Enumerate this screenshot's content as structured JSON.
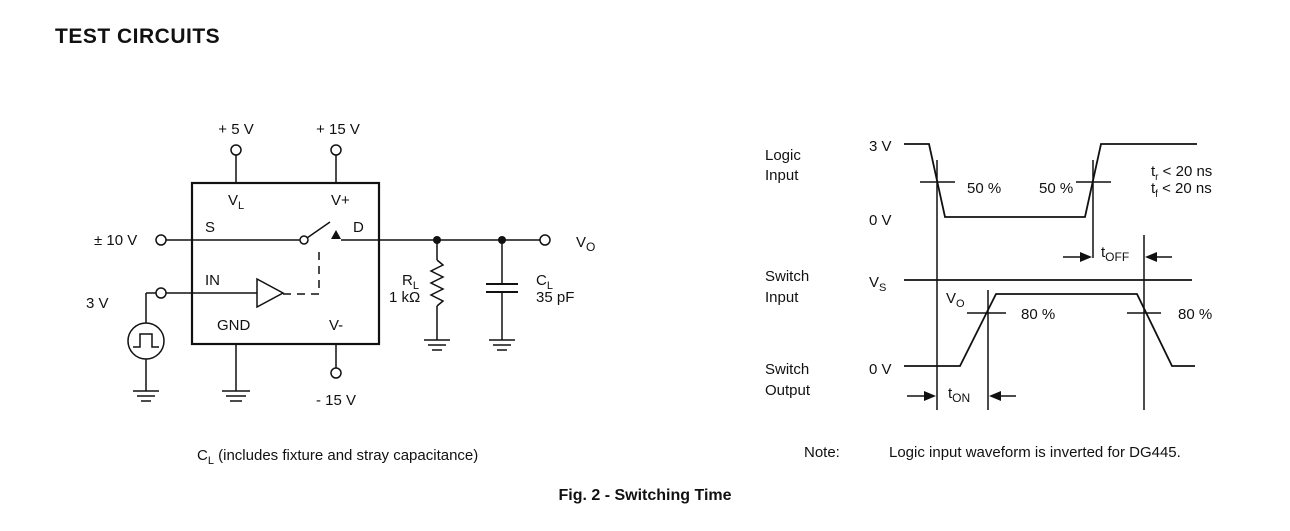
{
  "section_title": "TEST CIRCUITS",
  "circuit": {
    "vl_supply": "+ 5 V",
    "vplus_supply": "+ 15 V",
    "vminus_supply": "- 15 V",
    "source_voltage": "± 10 V",
    "logic_voltage": "3 V",
    "pin_vl": "V",
    "pin_vl_sub": "L",
    "pin_vplus": "V+",
    "pin_s": "S",
    "pin_d": "D",
    "pin_in": "IN",
    "pin_gnd": "GND",
    "pin_vminus": "V-",
    "rl_name": "R",
    "rl_sub": "L",
    "rl_value": "1 kΩ",
    "cl_name": "C",
    "cl_sub": "L",
    "cl_value": "35 pF",
    "vo_name": "V",
    "vo_sub": "O",
    "cl_note_name": "C",
    "cl_note_sub": "L",
    "cl_note_text": " (includes fixture and stray capacitance)"
  },
  "timing": {
    "logic_input_line1": "Logic",
    "logic_input_line2": "Input",
    "switch_input_line1": "Switch",
    "switch_input_line2": "Input",
    "switch_output_line1": "Switch",
    "switch_output_line2": "Output",
    "level_3v": "3 V",
    "level_0v_logic": "0 V",
    "level_vs_name": "V",
    "level_vs_sub": "S",
    "level_0v_out": "0 V",
    "pct50_left": "50 %",
    "pct50_right": "50 %",
    "pct80_left": "80 %",
    "pct80_right": "80 %",
    "vo_name": "V",
    "vo_sub": "O",
    "tr_name": "t",
    "tr_sub": "r",
    "tr_spec": " < 20 ns",
    "tf_name": "t",
    "tf_sub": "f",
    "tf_spec": " < 20 ns",
    "toff_name": "t",
    "toff_sub": "OFF",
    "ton_name": "t",
    "ton_sub": "ON"
  },
  "note_label": "Note:",
  "note_text": "Logic input waveform is inverted for DG445.",
  "figure_caption": "Fig. 2 - Switching Time"
}
